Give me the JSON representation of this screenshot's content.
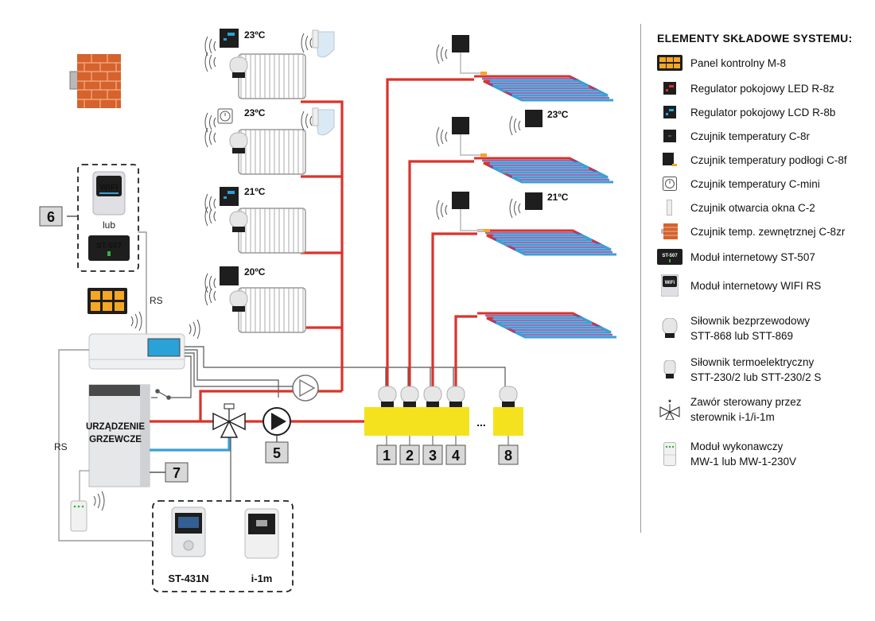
{
  "diagram": {
    "temps": {
      "rad1": "23ºC",
      "rad2": "23ºC",
      "rad3": "21ºC",
      "rad4": "20ºC",
      "floor2": "23ºC",
      "floor3": "21ºC"
    },
    "labels": {
      "wifi_text": "WiFi",
      "lub": "lub",
      "st507_text": "ST-507",
      "rs_top": "RS",
      "rs_left": "RS",
      "boiler": "URZĄDZENIE\nGRZEWCZE",
      "st431n": "ST-431N",
      "i1m": "i-1m",
      "dots": "..."
    },
    "numbers": {
      "n6": "6",
      "n7": "7",
      "n5": "5",
      "n1": "1",
      "n2": "2",
      "n3": "3",
      "n4": "4",
      "n8": "8"
    }
  },
  "legend": {
    "title": "ELEMENTY SKŁADOWE SYSTEMU:",
    "items": [
      {
        "icon": "panel-m8-icon",
        "text": "Panel kontrolny M-8"
      },
      {
        "icon": "regulator-led-icon",
        "text": "Regulator pokojowy LED R-8z"
      },
      {
        "icon": "regulator-lcd-icon",
        "text": "Regulator pokojowy LCD R-8b"
      },
      {
        "icon": "temp-sensor-icon",
        "text": "Czujnik temperatury C-8r"
      },
      {
        "icon": "floor-sensor-icon",
        "text": "Czujnik temperatury podłogi C-8f"
      },
      {
        "icon": "mini-sensor-icon",
        "text": "Czujnik temperatury C-mini"
      },
      {
        "icon": "window-sensor-icon",
        "text": "Czujnik otwarcia okna C-2"
      },
      {
        "icon": "outdoor-sensor-icon",
        "text": "Czujnik temp. zewnętrznej C-8zr"
      },
      {
        "icon": "internet-module-icon",
        "text": "Moduł internetowy ST-507"
      },
      {
        "icon": "wifi-module-icon",
        "text": "Moduł internetowy WIFI RS"
      },
      {
        "icon": "wireless-actuator-icon",
        "text": "Siłownik bezprzewodowy\nSTT-868 lub STT-869"
      },
      {
        "icon": "thermo-actuator-icon",
        "text": "Siłownik termoelektryczny\nSTT-230/2 lub STT-230/2 S"
      },
      {
        "icon": "valve-icon",
        "text": "Zawór sterowany przez\nsterownik i-1/i-1m"
      },
      {
        "icon": "executive-module-icon",
        "text": "Moduł wykonawczy\nMW-1 lub MW-1-230V"
      }
    ]
  },
  "colors": {
    "supply": "#d9342b",
    "return": "#3aa0d8",
    "manifold": "#f5e21f",
    "brick": "#d6622d",
    "device_dark": "#1e1e1e"
  }
}
